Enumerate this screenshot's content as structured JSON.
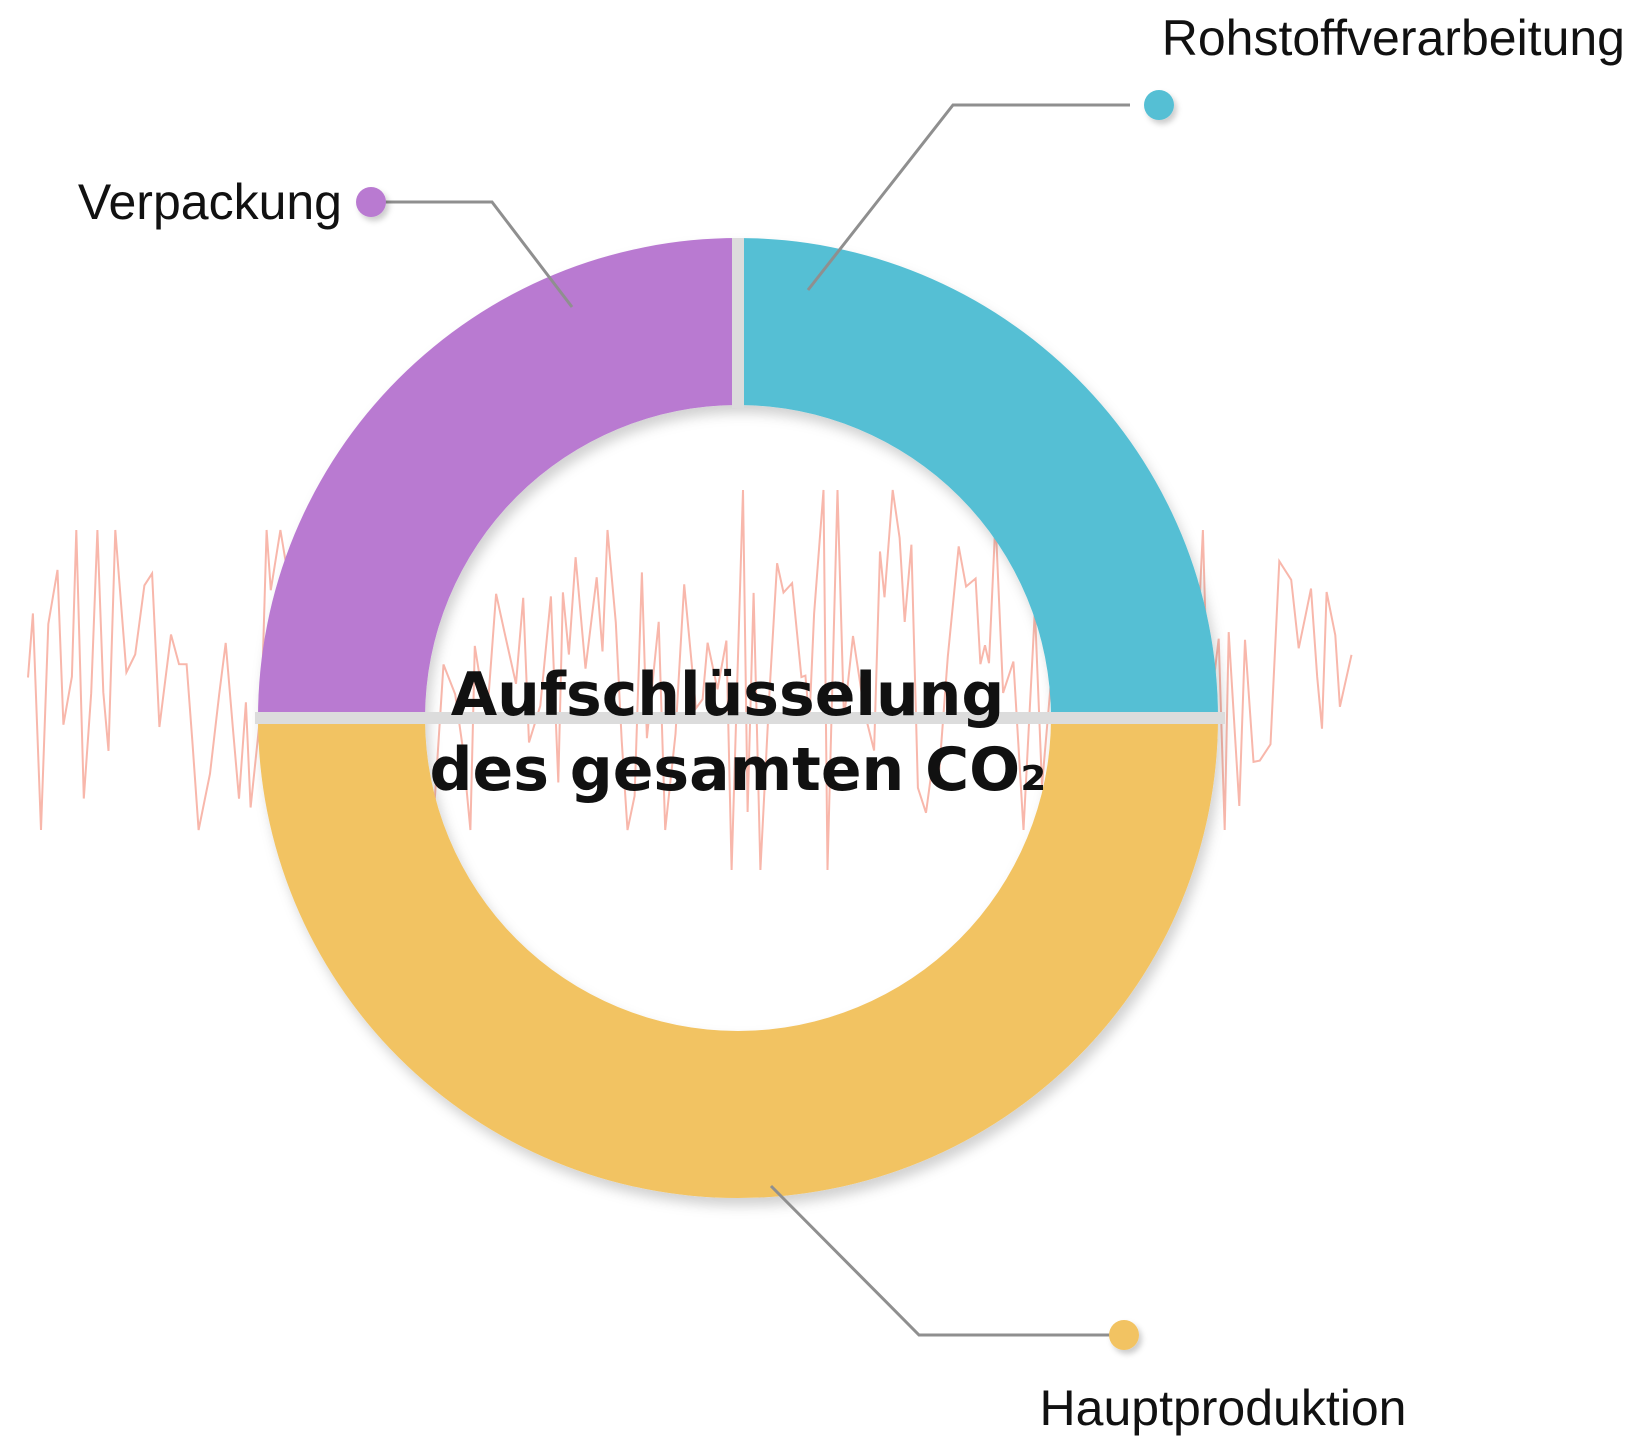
{
  "chart_data": {
    "type": "pie",
    "style": "donut",
    "title": "Aufschlüsselung des gesamten CO₂",
    "title_lines": [
      "Aufschlüsselung",
      "des gesamten CO₂"
    ],
    "legend": "none",
    "slices": [
      {
        "label": "Rohstoffverarbeitung",
        "value": 25,
        "color": "#55bfd4"
      },
      {
        "label": "Hauptproduktion",
        "value": 50,
        "color": "#f2c362"
      },
      {
        "label": "Verpackung",
        "value": 25,
        "color": "#b97ad1"
      }
    ],
    "background_line_color": "#f8b3a6"
  }
}
